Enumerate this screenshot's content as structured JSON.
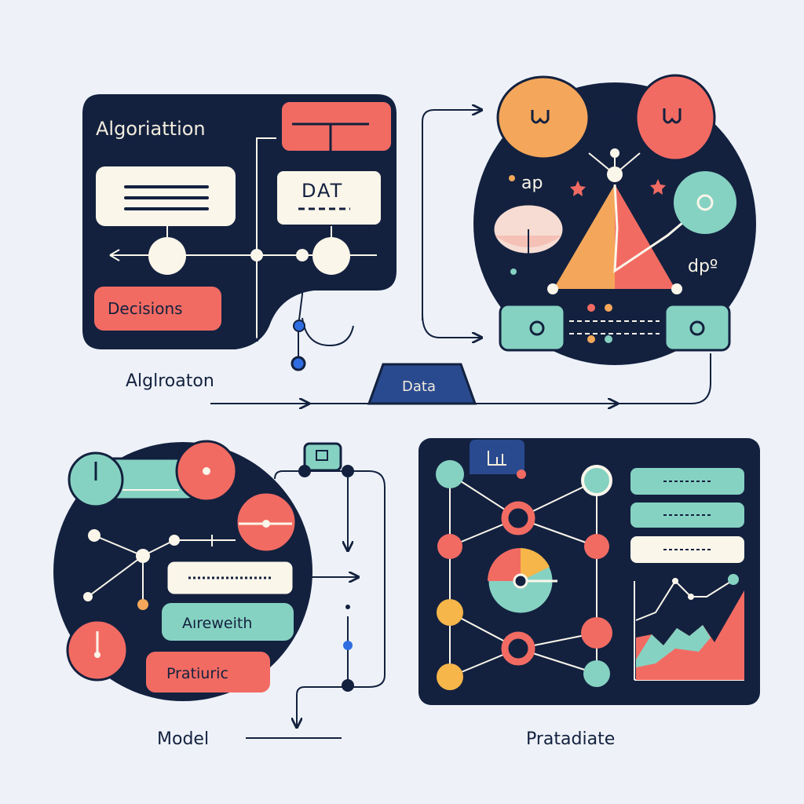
{
  "colors": {
    "background": "#eef2f8",
    "navy": "#13213f",
    "coral": "#f26b63",
    "orange": "#f4a75a",
    "teal": "#86d2c2",
    "cream": "#fbf6ea",
    "blue": "#2f6de0",
    "yellow": "#f6b64a",
    "peach": "#f6dcd2"
  },
  "panels": {
    "algorithm": {
      "title": "Algoriattion",
      "data_box": "DAT",
      "decisions_button": "Decisions",
      "caption": "Alglroaton"
    },
    "network": {
      "label_top": "co",
      "label_left": "ap",
      "label_right": "dpº"
    },
    "connector": {
      "data_tab": "Data"
    },
    "model": {
      "pill_teal": "Aıreweith",
      "pill_coral": "Pratiuric",
      "caption": "Model"
    },
    "prediction": {
      "caption": "Pratadiate"
    }
  },
  "icons": [
    "arrow-icon",
    "star-icon",
    "chart-icon",
    "face-icon",
    "folder-tab-icon"
  ]
}
